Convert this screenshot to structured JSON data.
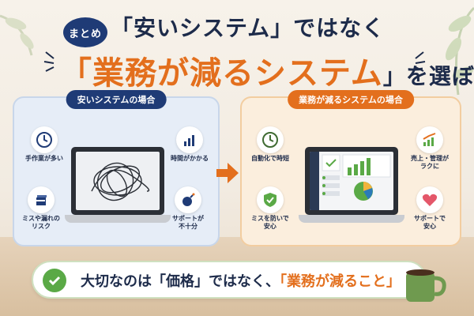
{
  "header": {
    "badge": "まとめ",
    "line1": "「安いシステム」ではなく",
    "line2_main": "業務が減るシステム",
    "line2_tail": "」を選ぼう",
    "line2_open": "「"
  },
  "left_panel": {
    "title": "安いシステムの場合",
    "badges": [
      {
        "icon": "clock-icon",
        "label": "手作業が多い"
      },
      {
        "icon": "documents-icon",
        "label": "ミスや漏れの\nリスク"
      },
      {
        "icon": "bar-chart-icon",
        "label": "時間がかかる"
      },
      {
        "icon": "bomb-icon",
        "label": "サポートが\n不十分"
      }
    ]
  },
  "right_panel": {
    "title": "業務が減るシステムの場合",
    "badges": [
      {
        "icon": "clock-icon",
        "label": "自動化で時短"
      },
      {
        "icon": "shield-check-icon",
        "label": "ミスを防いで\n安心"
      },
      {
        "icon": "growth-chart-icon",
        "label": "売上・管理が\nラクに"
      },
      {
        "icon": "heart-icon",
        "label": "サポートで\n安心"
      }
    ]
  },
  "bottom": {
    "prefix": "大切なのは",
    "price": "「価格」",
    "middle": "ではなく、",
    "emphasis": "「業務が減ること」"
  },
  "colors": {
    "navy": "#1f3b76",
    "orange": "#e36f1d",
    "green": "#5aa946"
  }
}
